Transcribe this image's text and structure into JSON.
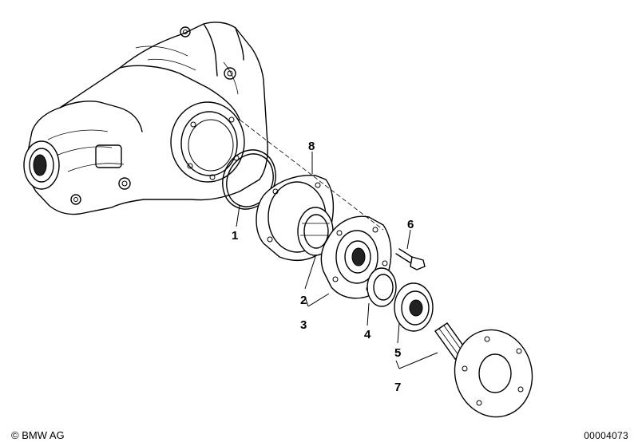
{
  "labels": {
    "l1": "1",
    "l2": "2",
    "l3": "3",
    "l4": "4",
    "l5": "5",
    "l6": "6",
    "l7": "7",
    "l8": "8"
  },
  "footer": {
    "copyright": "© BMW AG",
    "doc_number": "00004073"
  }
}
